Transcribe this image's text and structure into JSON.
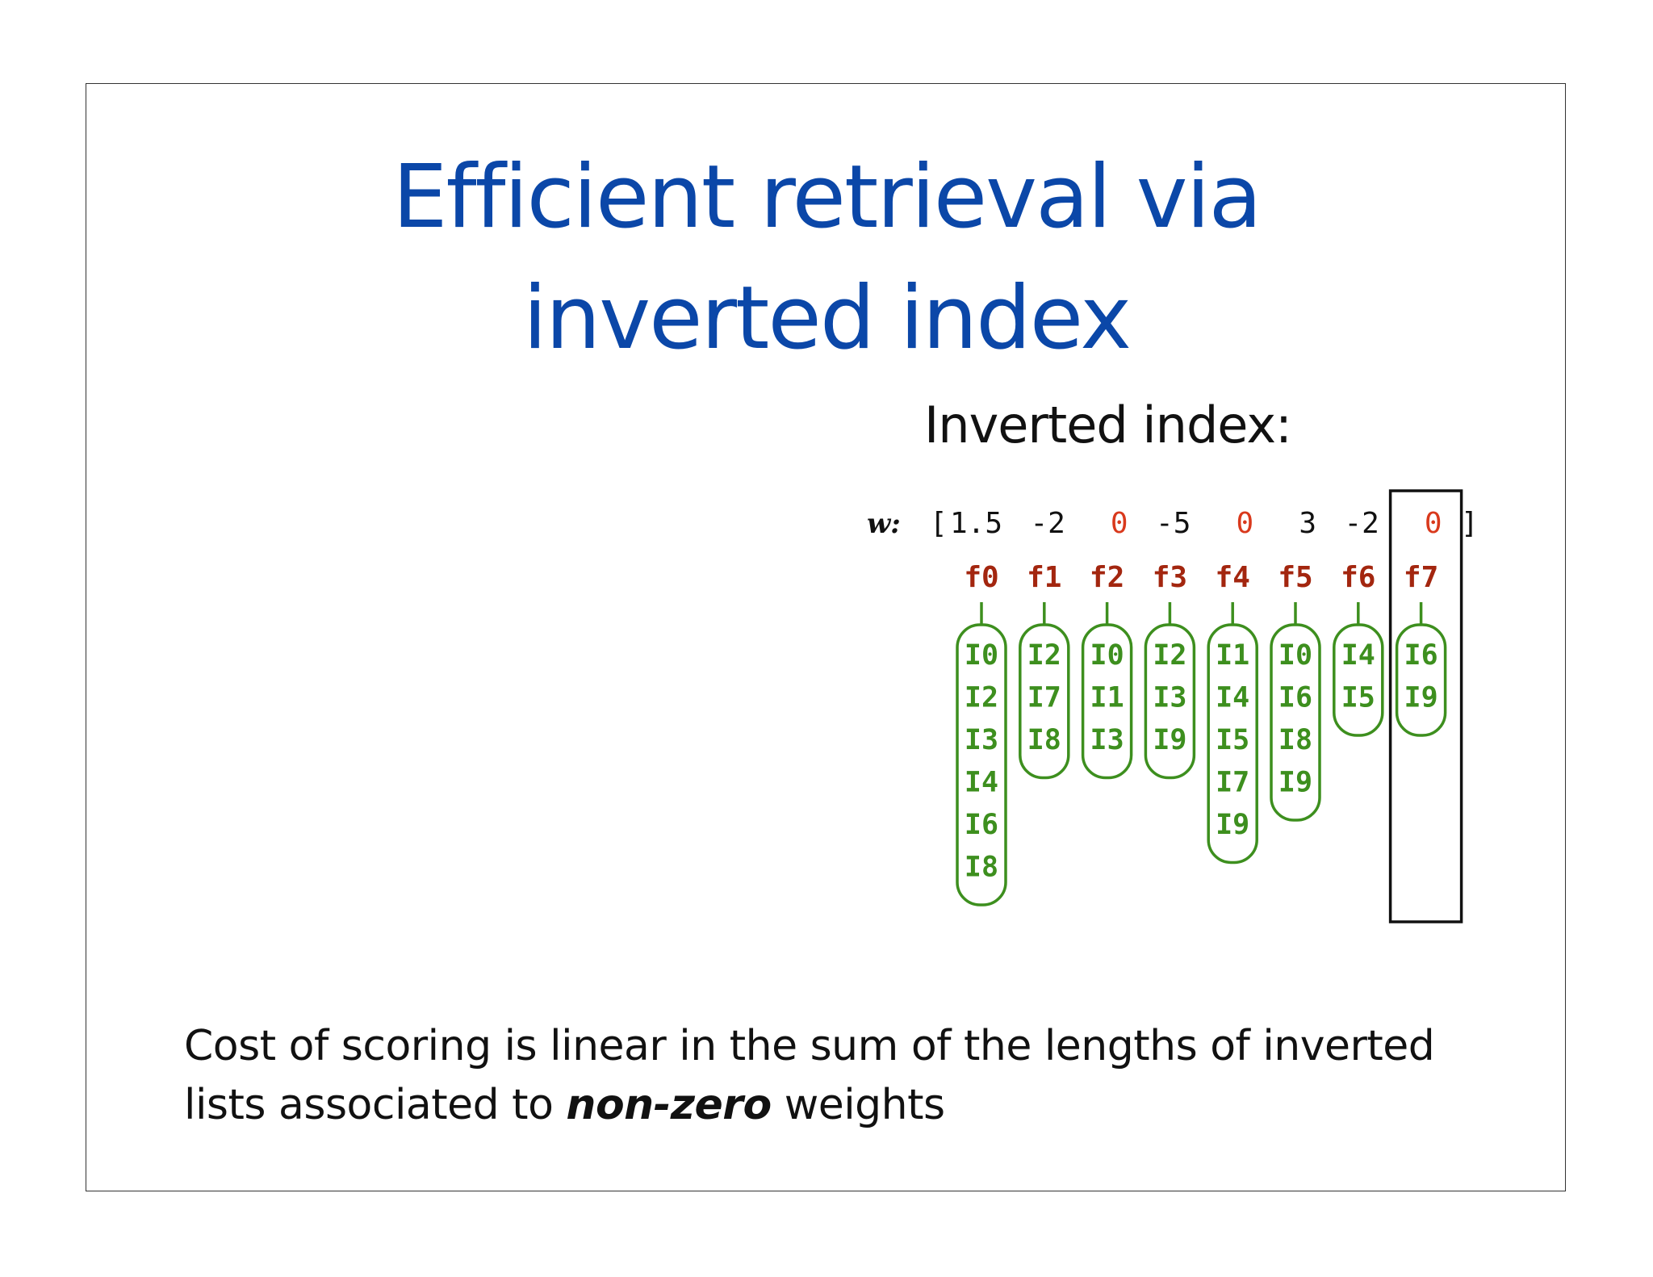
{
  "slide": {
    "title_line1": "Efficient retrieval via",
    "title_line2": "inverted index",
    "subtitle": "Inverted index:",
    "caption_pre": "Cost of scoring is linear in the sum of the lengths of inverted lists associated to ",
    "caption_emph": "non-zero",
    "caption_post": " weights"
  },
  "diagram": {
    "w_label": "w:",
    "open_bracket": "[",
    "close_bracket": "]",
    "weights": [
      "1.5",
      "-2",
      "0",
      "-5",
      "0",
      "3",
      "-2",
      "0"
    ],
    "features": [
      {
        "name": "f0",
        "docs": [
          "I0",
          "I2",
          "I3",
          "I4",
          "I6",
          "I8"
        ]
      },
      {
        "name": "f1",
        "docs": [
          "I2",
          "I7",
          "I8"
        ]
      },
      {
        "name": "f2",
        "docs": [
          "I0",
          "I1",
          "I3"
        ]
      },
      {
        "name": "f3",
        "docs": [
          "I2",
          "I3",
          "I9"
        ]
      },
      {
        "name": "f4",
        "docs": [
          "I1",
          "I4",
          "I5",
          "I7",
          "I9"
        ]
      },
      {
        "name": "f5",
        "docs": [
          "I0",
          "I6",
          "I8",
          "I9"
        ]
      },
      {
        "name": "f6",
        "docs": [
          "I4",
          "I5"
        ]
      },
      {
        "name": "f7",
        "docs": [
          "I6",
          "I9"
        ]
      }
    ],
    "highlighted_feature": "f7",
    "colors": {
      "title": "#0b47a8",
      "zero_weight": "#d9391c",
      "feature": "#a3260f",
      "list": "#3d8f1e",
      "text": "#111111"
    }
  }
}
